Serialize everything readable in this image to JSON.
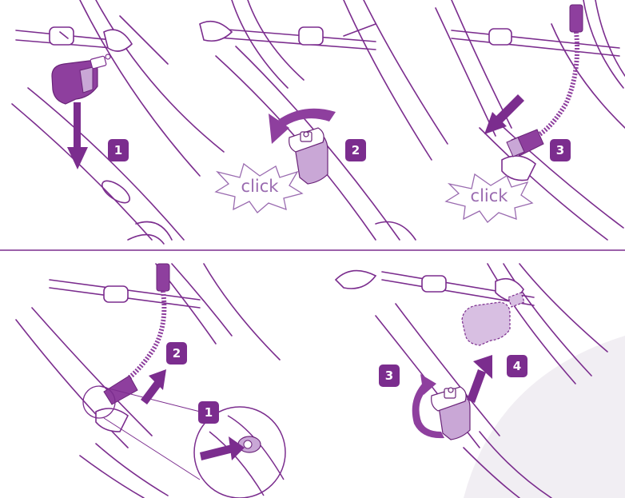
{
  "colors": {
    "outline": "#7b2d8e",
    "accent": "#8e3f9e",
    "accent_light": "#c9a7d6",
    "pale": "#f1eef3",
    "badge": "#7b2d8e",
    "click_text": "#9a6bb0"
  },
  "top_row": {
    "panel_1": {
      "badge": "1"
    },
    "panel_2": {
      "badge": "2",
      "click": "click"
    },
    "panel_3": {
      "badge": "3",
      "click": "click"
    }
  },
  "bottom_row": {
    "panel_4": {
      "badge_1": "1",
      "badge_2": "2"
    },
    "panel_5": {
      "badge_3": "3",
      "badge_4": "4"
    }
  }
}
